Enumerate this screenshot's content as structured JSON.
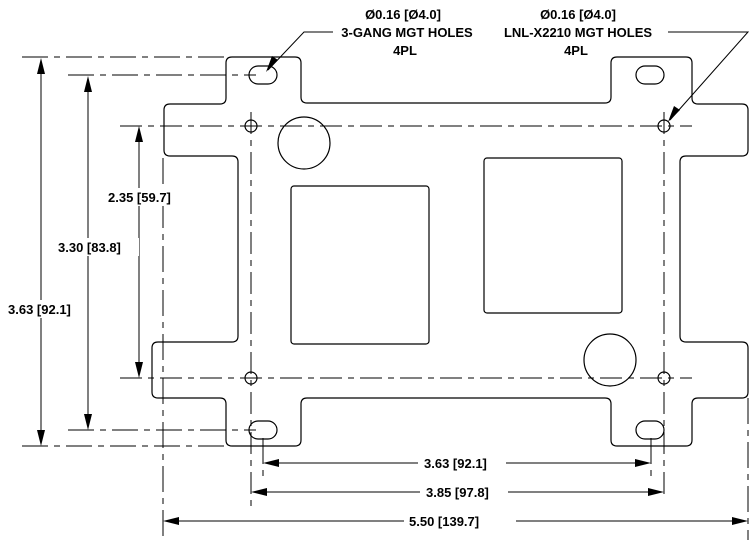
{
  "callouts": {
    "left": {
      "line1": "Ø0.16 [Ø4.0]",
      "line2": "3-GANG MGT HOLES",
      "line3": "4PL"
    },
    "right": {
      "line1": "Ø0.16 [Ø4.0]",
      "line2": "LNL-X2210 MGT HOLES",
      "line3": "4PL"
    }
  },
  "dimensions": {
    "vertical_inner": "2.35 [59.7]",
    "vertical_middle": "3.30 [83.8]",
    "vertical_outer": "3.63 [92.1]",
    "horizontal_inner": "3.63 [92.1]",
    "horizontal_middle": "3.85 [97.8]",
    "horizontal_outer": "5.50 [139.7]"
  }
}
